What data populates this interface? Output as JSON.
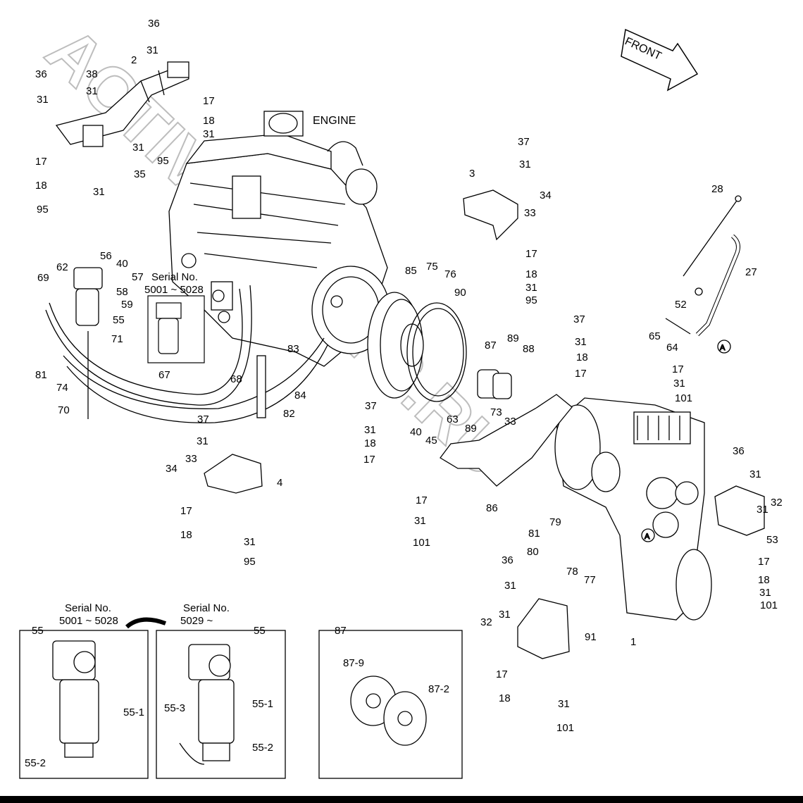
{
  "diagram": {
    "engine_label": "ENGINE",
    "front_label": "FRONT",
    "serial_label": "Serial No.",
    "serial_range_a": "5001 ~ 5028",
    "serial_range_b": "5029 ~",
    "section_ref": "A",
    "watermark": "ACTIVE-PARTS.RU",
    "inset_titles": [
      "55",
      "55",
      "87"
    ],
    "inset_labels": [
      "55-1",
      "55-2",
      "55-1",
      "55-2",
      "55-3",
      "87-9",
      "87-2"
    ],
    "part_numbers": [
      "36",
      "31",
      "2",
      "38",
      "31",
      "17",
      "18",
      "31",
      "95",
      "31",
      "35",
      "36",
      "31",
      "17",
      "18",
      "31",
      "95",
      "37",
      "31",
      "34",
      "33",
      "3",
      "17",
      "18",
      "31",
      "95",
      "28",
      "27",
      "52",
      "65",
      "64",
      "56",
      "40",
      "57",
      "58",
      "59",
      "62",
      "69",
      "55",
      "71",
      "81",
      "74",
      "70",
      "67",
      "68",
      "83",
      "82",
      "84",
      "75",
      "76",
      "85",
      "90",
      "89",
      "88",
      "87",
      "37",
      "31",
      "18",
      "17",
      "17",
      "31",
      "101",
      "73",
      "63",
      "89",
      "40",
      "45",
      "33",
      "37",
      "31",
      "18",
      "17",
      "37",
      "31",
      "34",
      "33",
      "4",
      "17",
      "18",
      "31",
      "95",
      "86",
      "17",
      "31",
      "101",
      "79",
      "81",
      "80",
      "78",
      "77",
      "36",
      "31",
      "32",
      "31",
      "91",
      "17",
      "18",
      "31",
      "101",
      "36",
      "31",
      "32",
      "31",
      "53",
      "17",
      "18",
      "31",
      "101",
      "1"
    ]
  }
}
